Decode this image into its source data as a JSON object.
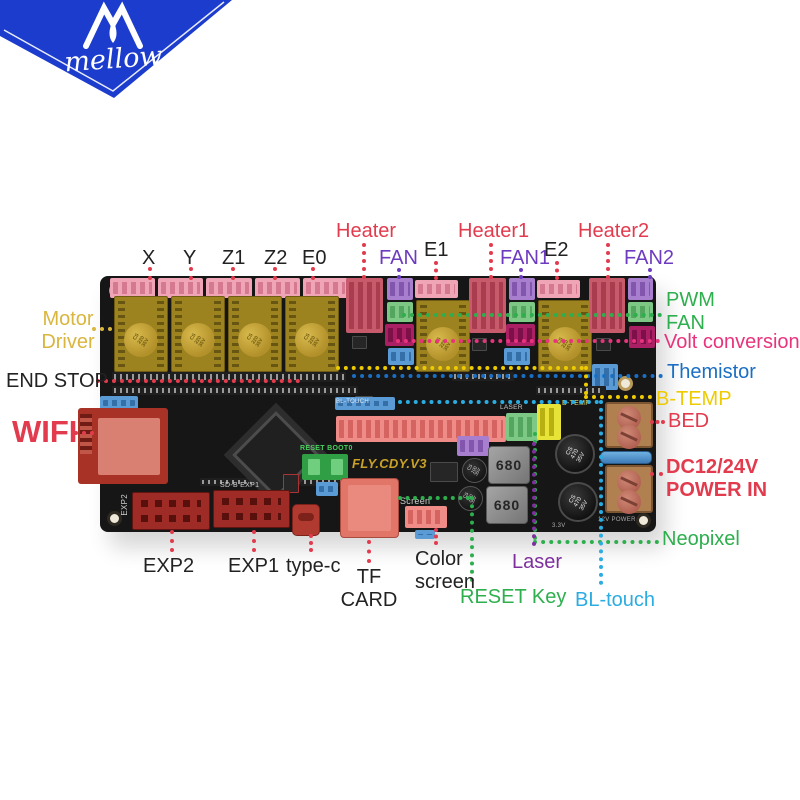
{
  "brand": {
    "name": "mellow"
  },
  "palette": {
    "logo_blue": "#1c3ccd",
    "label_red": "#e23b4e",
    "label_purple": "#6d3bbf",
    "label_green": "#2eaf4e",
    "label_pink": "#e8347c",
    "label_blue": "#1a6fc4",
    "label_yellow": "#eecb00",
    "label_cyan": "#2bace2",
    "label_gold": "#d9b63e",
    "pcb_black": "#161616"
  },
  "annotations": {
    "top": {
      "x": "X",
      "y": "Y",
      "z1": "Z1",
      "z2": "Z2",
      "e0": "E0",
      "heater": "Heater",
      "fan": "FAN",
      "e1": "E1",
      "heater1": "Heater1",
      "fan1": "FAN1",
      "e2": "E2",
      "heater2": "Heater2",
      "fan2": "FAN2"
    },
    "left": {
      "motor_driver": "Motor Driver",
      "end_stop": "END STOP",
      "wifi": "WIFI"
    },
    "right": {
      "pwm_fan": "PWM FAN",
      "volt_conversion": "Volt conversion",
      "themistor": "Themistor",
      "b_temp": "B-TEMP",
      "bed": "BED",
      "power_in": "DC12/24V POWER IN",
      "neopixel": "Neopixel"
    },
    "bottom": {
      "exp2": "EXP2",
      "exp1": "EXP1",
      "type_c": "type-c",
      "tf_card": "TF CARD",
      "color_screen": "Color screen",
      "reset_key": "RESET Key",
      "laser": "Laser",
      "bl_touch": "BL-touch"
    }
  },
  "silkscreen": {
    "model": "FLY.CDY.V3",
    "reset_boot": "RESET BOOT0",
    "screen": "Screen",
    "exp1": "SD-B  EXP1",
    "exp2": "EXP2",
    "bl_touch": "BL-TOUCH",
    "b_temp": "B-TEMP",
    "laser": "LASER",
    "power_12v": "12V POWER",
    "v33": "3.3V"
  },
  "parts": {
    "driver_cap": "CS 220 35V",
    "big_cap": "CS 470 35V",
    "small_cap": "CS 100 35V",
    "inductor": "680"
  }
}
